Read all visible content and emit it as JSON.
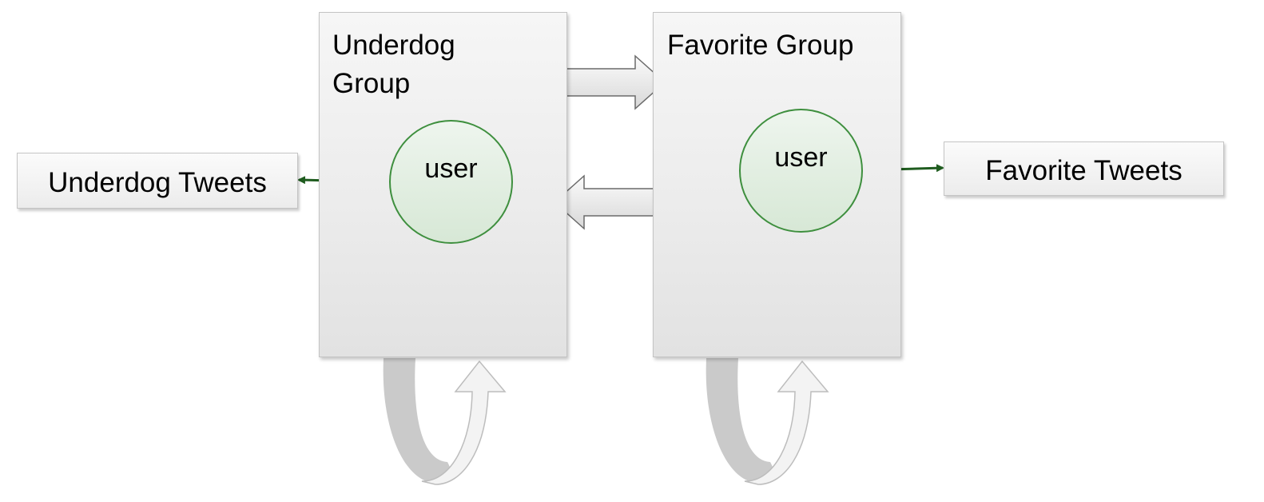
{
  "groups": {
    "underdog": {
      "title": "Underdog\nGroup",
      "user_label": "user"
    },
    "favorite": {
      "title": "Favorite Group",
      "user_label": "user"
    }
  },
  "outputs": {
    "underdog_tweets": "Underdog Tweets",
    "favorite_tweets": "Favorite Tweets"
  },
  "colors": {
    "box_border": "#c4c4c4",
    "circle_border": "#3e8f3e",
    "connector": "#1f5c1f",
    "arrow_fill": "#e8e8e8",
    "loop_dark": "#c8c8c8",
    "loop_light": "#f2f2f2"
  }
}
